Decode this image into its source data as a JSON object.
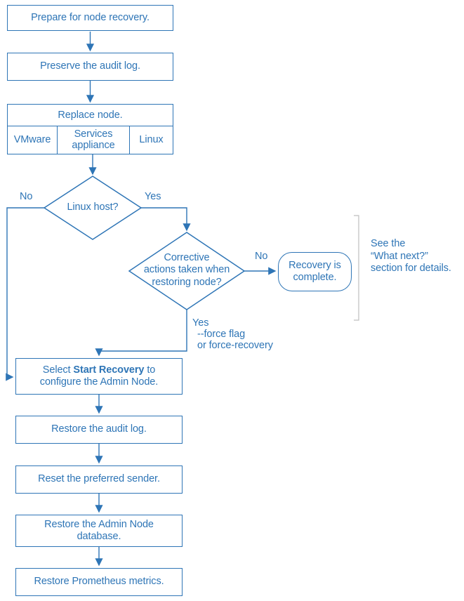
{
  "colors": {
    "line": "#2E75B6",
    "text": "#2E75B6",
    "bracket": "#BFBFBF",
    "background": "#FFFFFF"
  },
  "boxes": {
    "prepare": "Prepare for node recovery.",
    "preserve": "Preserve the audit log.",
    "replace": "Replace node.",
    "platforms": [
      "VMware",
      "Services appliance",
      "Linux"
    ],
    "select_recovery_pre": "Select ",
    "select_recovery_bold": "Start Recovery",
    "select_recovery_post": " to configure the Admin Node.",
    "restore_audit": "Restore the audit log.",
    "reset_sender": "Reset the preferred sender.",
    "restore_db": "Restore the Admin Node database.",
    "restore_metrics": "Restore Prometheus metrics.",
    "recovery_complete": "Recovery is complete."
  },
  "decisions": {
    "linux_host": "Linux host?",
    "corrective_lines": [
      "Corrective",
      "actions taken when",
      "restoring node?"
    ]
  },
  "labels": {
    "no_linux": "No",
    "yes_linux": "Yes",
    "no_corrective": "No",
    "yes_corrective": "Yes",
    "force_line1": "--force flag",
    "force_line2": "or force-recovery"
  },
  "note_lines": [
    "See the",
    "“What next?”",
    "section for details."
  ]
}
